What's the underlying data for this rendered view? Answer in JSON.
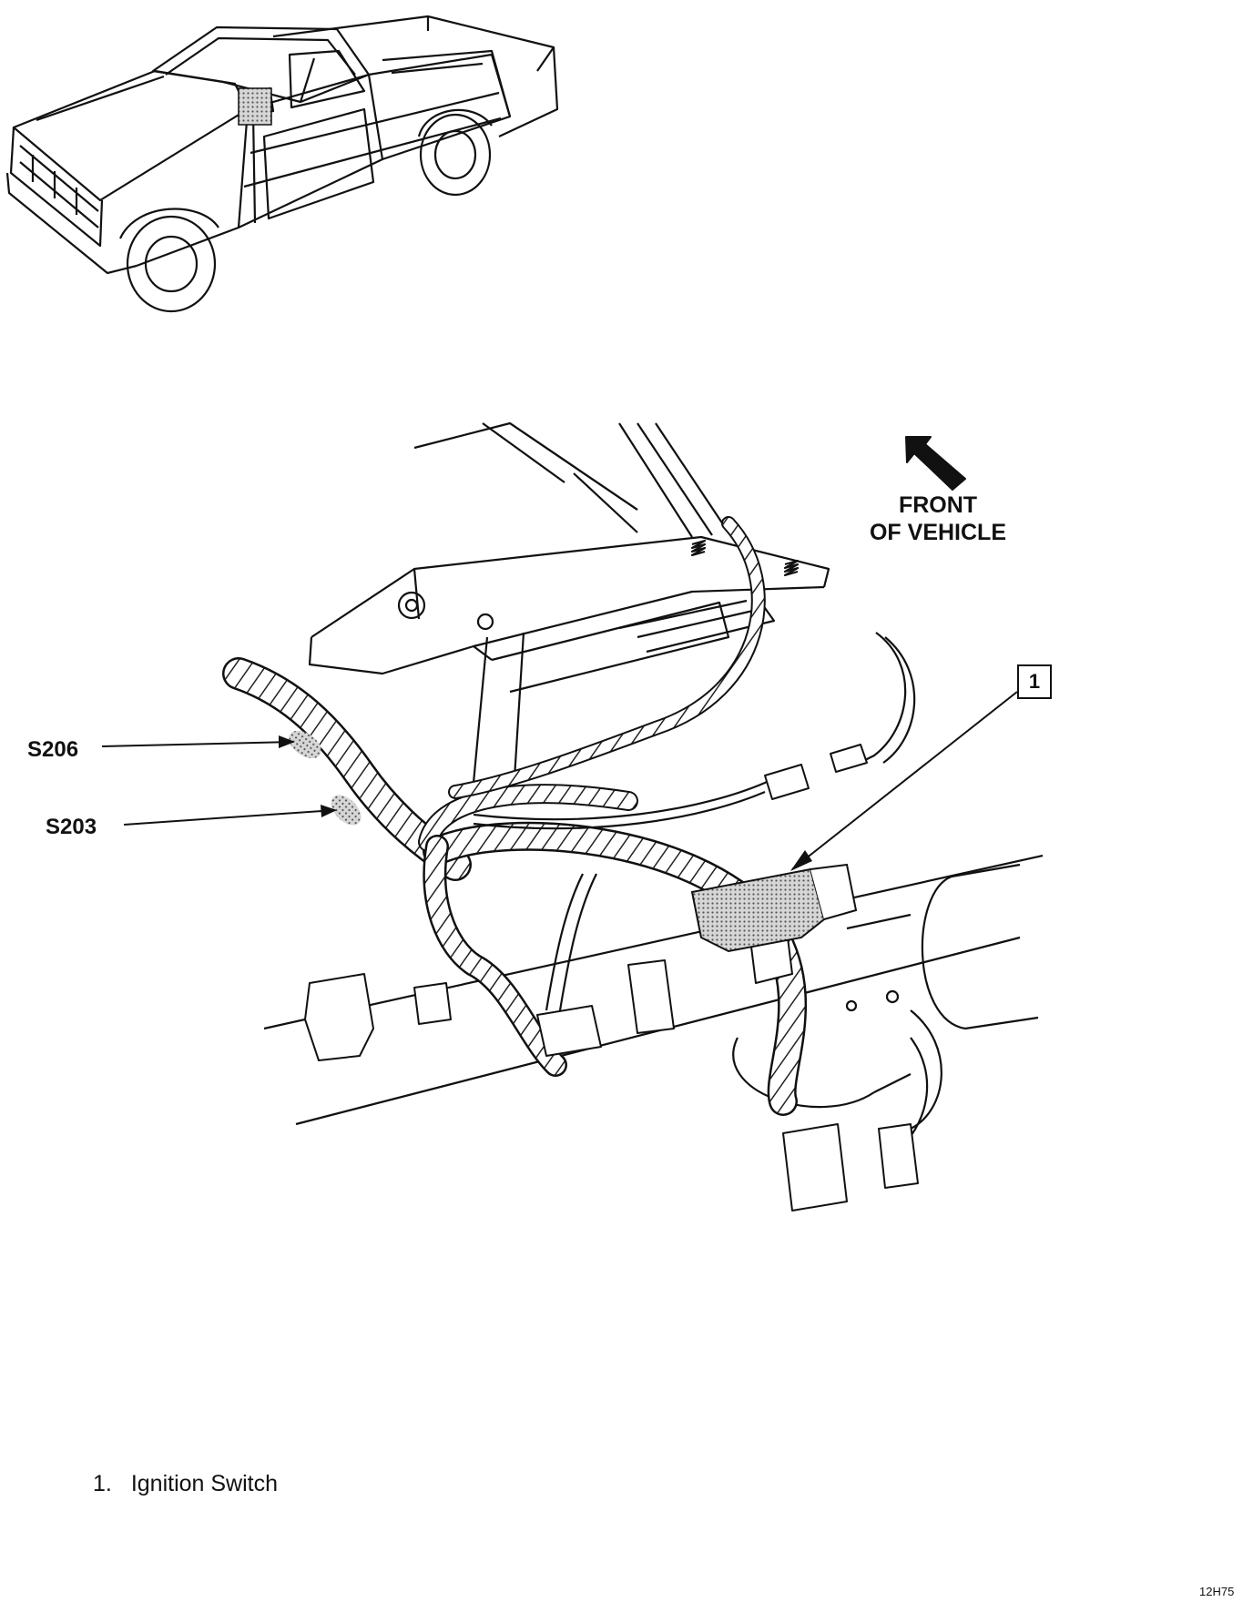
{
  "labels": {
    "front_of_vehicle": "FRONT OF VEHICLE",
    "splice_s206": "S206",
    "splice_s203": "S203",
    "callout_1": "1"
  },
  "legend": [
    {
      "number": "1.",
      "text": "Ignition Switch"
    }
  ],
  "figure_code": "12H75",
  "colors": {
    "ink": "#111111",
    "shading": "#9a9a9a",
    "background": "#ffffff"
  },
  "icons": {
    "front_arrow": "arrow-up-left-icon"
  }
}
